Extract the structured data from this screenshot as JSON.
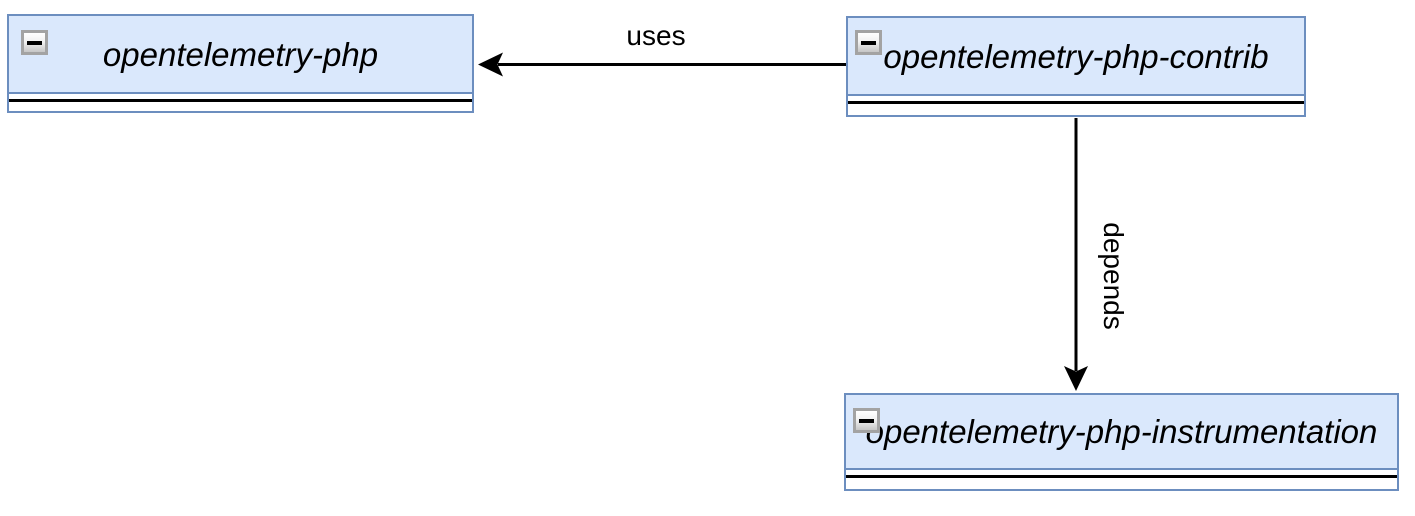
{
  "diagram": {
    "type": "dependency-diagram",
    "background_color": "#ffffff",
    "node_fill_color": "#dae8fc",
    "node_border_color": "#6c8ebf",
    "edge_color": "#000000",
    "nodes": [
      {
        "label": "opentelemetry-php",
        "collapse_icon": "minus"
      },
      {
        "label": "opentelemetry-php-contrib",
        "collapse_icon": "minus"
      },
      {
        "label": "opentelemetry-php-instrumentation",
        "collapse_icon": "minus"
      }
    ],
    "edges": [
      {
        "label": "uses",
        "from": "opentelemetry-php-contrib",
        "to": "opentelemetry-php",
        "direction": "left"
      },
      {
        "label": "depends",
        "from": "opentelemetry-php-contrib",
        "to": "opentelemetry-php-instrumentation",
        "direction": "down"
      }
    ]
  }
}
